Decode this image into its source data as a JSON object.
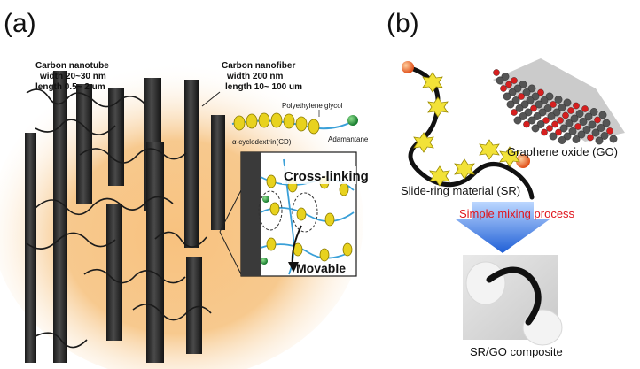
{
  "panel_a": {
    "label": "(a)",
    "cnt_label": [
      "Carbon nanotube",
      "width 20~30 nm",
      "length 0.5~ 2 um"
    ],
    "cnf_label": [
      "Carbon nanofiber",
      "width 200 nm",
      "length 10~ 100 um"
    ],
    "peg_label": "Polyethylene glycol",
    "cd_label": "α-cyclodextrin(CD)",
    "adamantane_label": "Adamantane",
    "crosslink_label": "Cross-linking",
    "movable_label": "Movable"
  },
  "panel_b": {
    "label": "(b)",
    "go_label": "Graphene oxide (GO)",
    "sr_label": "Slide-ring material (SR)",
    "process_label": "Simple mixing process",
    "composite_label": "SR/GO composite"
  },
  "colors": {
    "glow": "#f6b86a",
    "tube": "#2b2b2b",
    "cd_ring": "#e8d21e",
    "peg_chain": "#3aa0d8",
    "adamantane": "#1f9a3a",
    "oxygen": "#d61f1f",
    "carbon": "#555555",
    "process_text": "#e0141b",
    "arrow_blue": "#1f5fd6"
  }
}
